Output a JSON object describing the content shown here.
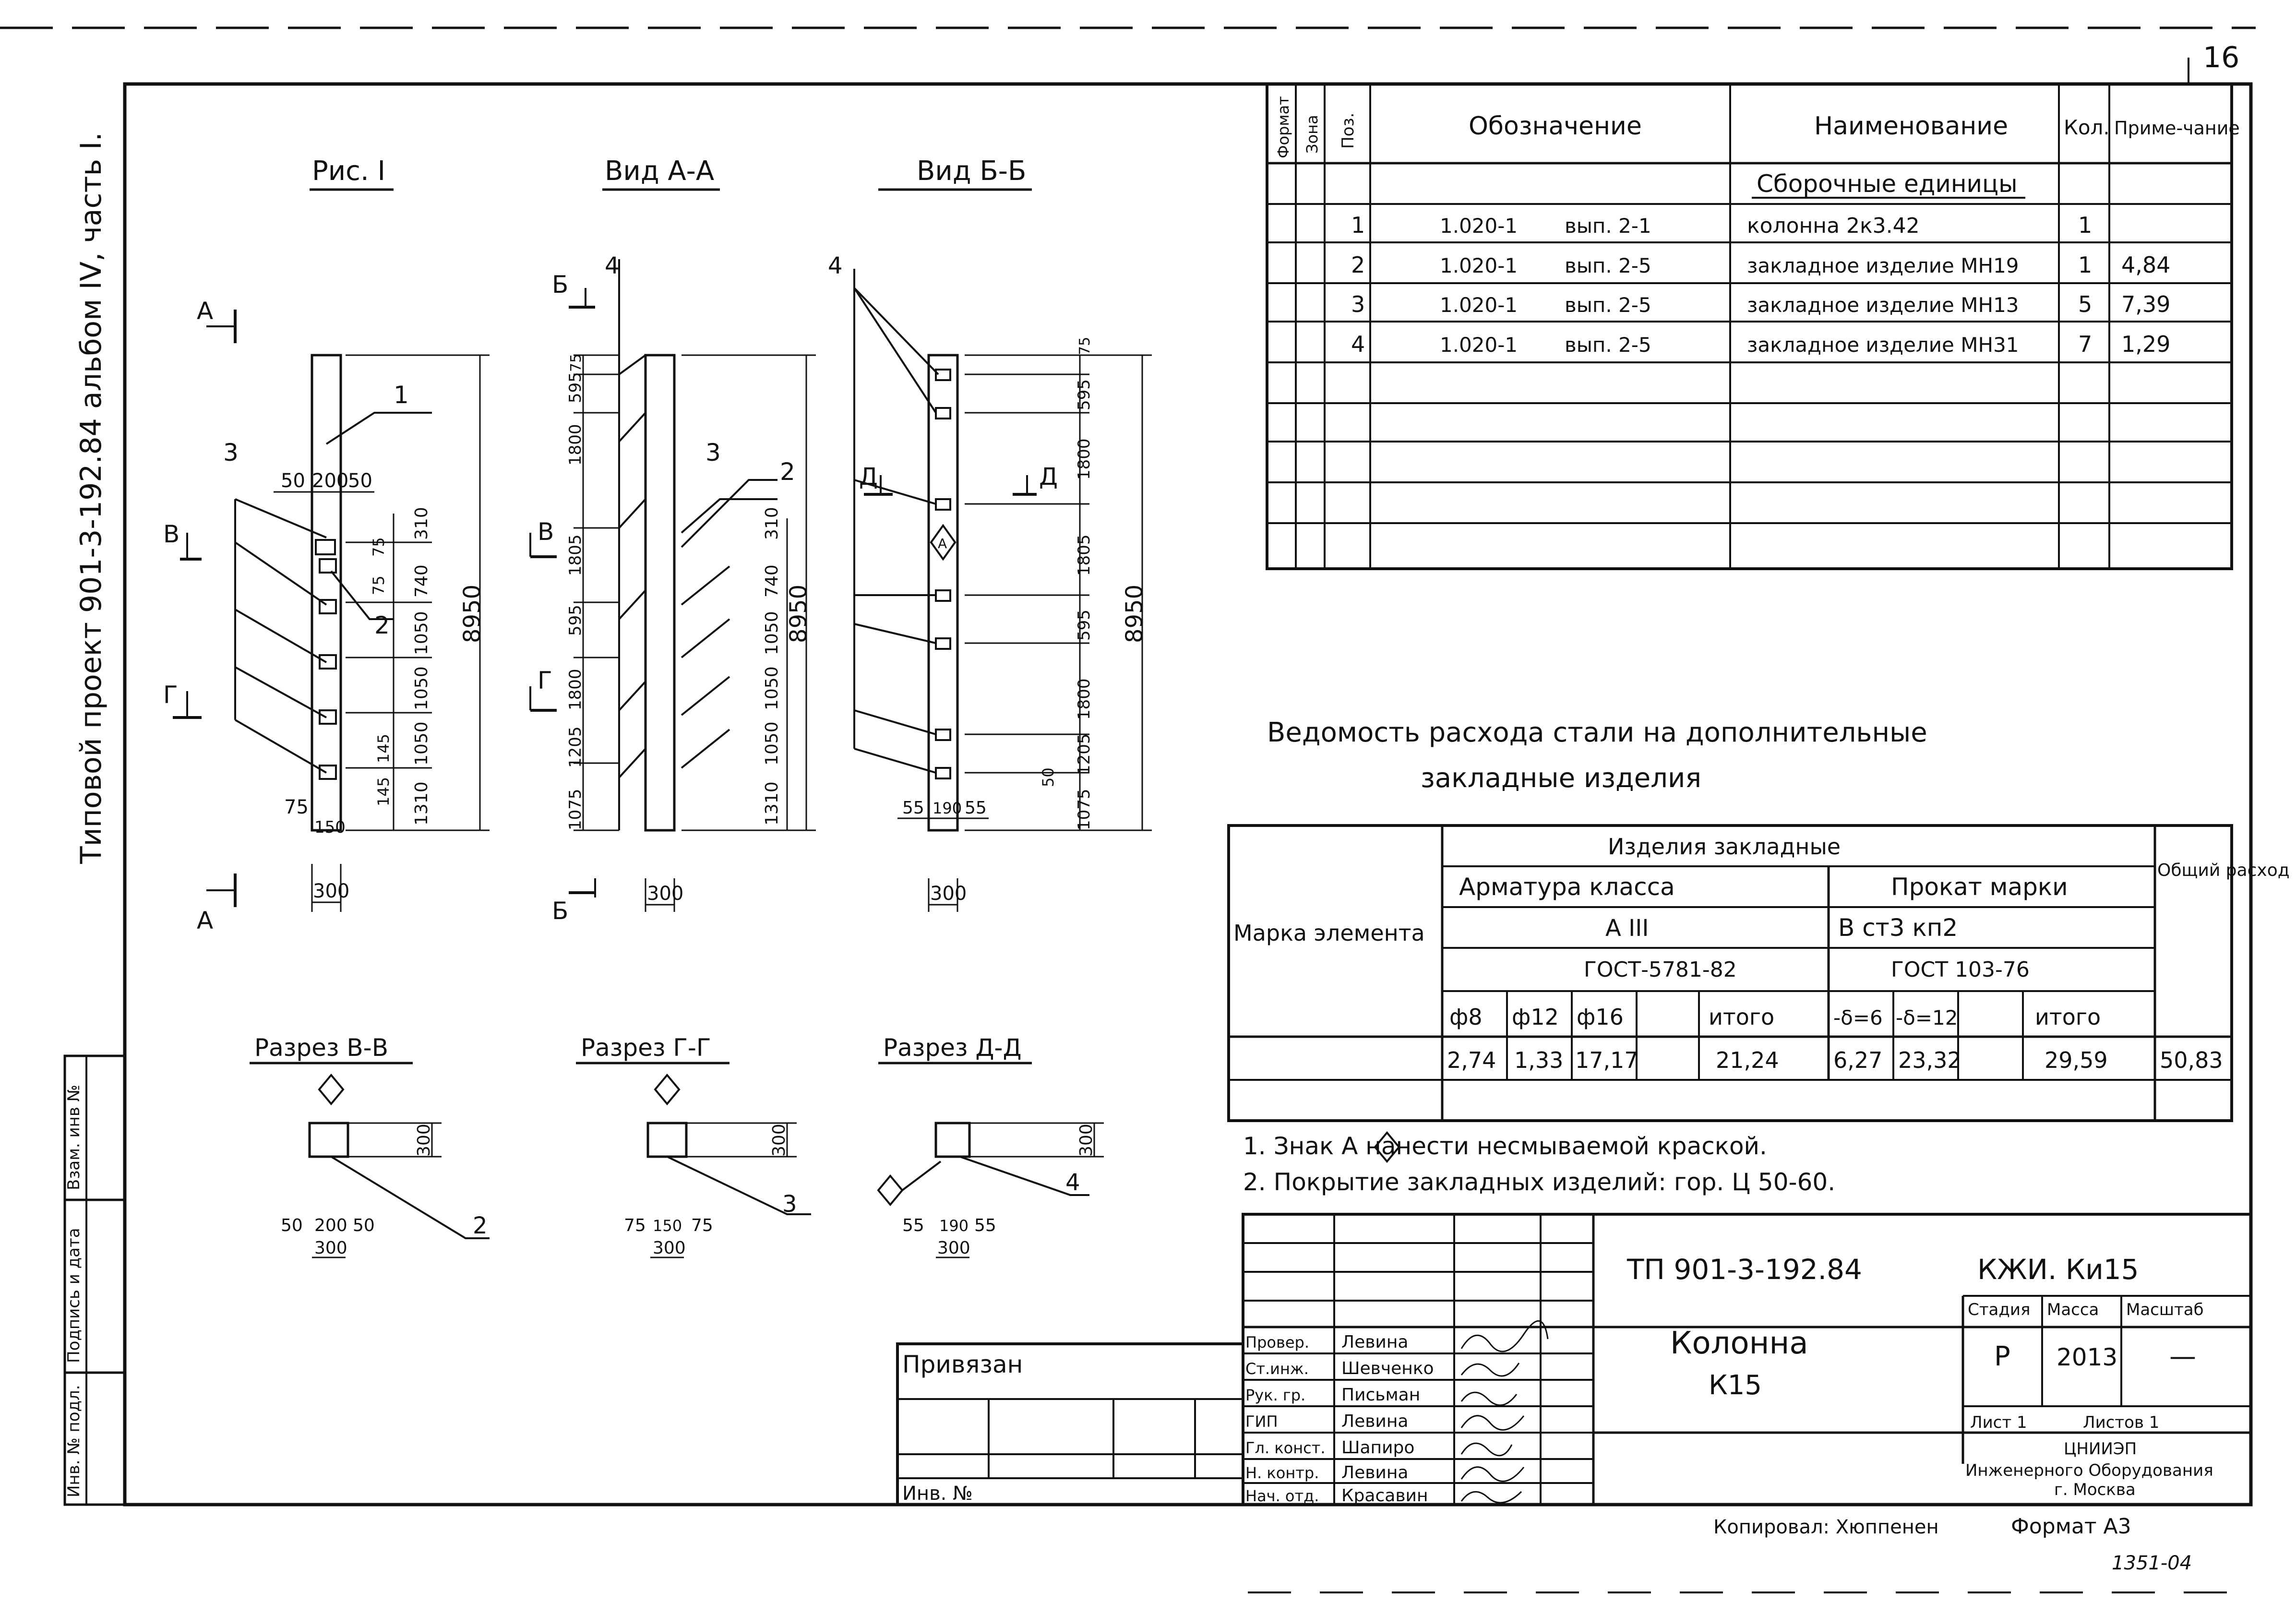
{
  "sheet": {
    "page_number": "16",
    "side_stamp": "Типовой проект 901-3-192.84   альбом IV, часть I.",
    "side_boxes": [
      "Инв. № подл.",
      "Подпись и дата",
      "Взам. инв №"
    ]
  },
  "drawings": {
    "fig1": {
      "title": "Рис. I",
      "d_50a": "50",
      "d_200": "200",
      "d_50b": "50",
      "d_75": "75",
      "d_150": "150",
      "d_300": "300",
      "d_8950": "8950",
      "lbl_1": "1",
      "lbl_2": "2",
      "lbl_3": "3",
      "sec_a": "А",
      "sec_a2": "А",
      "sec_v": "В",
      "sec_g": "Г"
    },
    "view_aa": {
      "title": "Вид А-А",
      "sec_b": "Б",
      "sec_b2": "Б",
      "sec_v": "В",
      "sec_g": "Г",
      "lbl_4": "4",
      "lbl_3": "3",
      "lbl_2": "2",
      "d_300": "300",
      "d_8950": "8950"
    },
    "view_bb": {
      "title": "Вид Б-Б",
      "sec_d": "Д",
      "sec_d2": "Д",
      "lbl_4": "4",
      "d_55a": "55",
      "d_190": "190",
      "d_55b": "55",
      "d_300": "300",
      "d_8950": "8950",
      "d_50": "50"
    },
    "left_dims": [
      "1075",
      "1205",
      "1800",
      "595",
      "1805",
      "1800",
      "595",
      "75"
    ],
    "right_dims": [
      "75",
      "595",
      "1800",
      "1805",
      "595",
      "1800",
      "1205",
      "1075"
    ],
    "fig1_dims": [
      "310",
      "740",
      "1050",
      "1050",
      "1050",
      "1310",
      "75",
      "75",
      "145",
      "145"
    ],
    "aa_dims": [
      "310",
      "740",
      "1050",
      "1050",
      "1050",
      "1310"
    ],
    "sec_vv": {
      "title": "Разрез В-В",
      "d_300": "300",
      "d_50a": "50",
      "d_200": "200",
      "d_50b": "50",
      "d_300b": "300",
      "lbl": "2"
    },
    "sec_gg": {
      "title": "Разрез Г-Г",
      "d_300": "300",
      "d_75a": "75",
      "d_150": "150",
      "d_75b": "75",
      "d_300b": "300",
      "lbl": "3"
    },
    "sec_dd": {
      "title": "Разрез Д-Д",
      "d_300": "300",
      "d_55a": "55",
      "d_190": "190",
      "d_55b": "55",
      "d_300b": "300",
      "lbl": "4"
    },
    "mark_sign": "А"
  },
  "spec": {
    "headers": {
      "format": "Формат",
      "zone": "Зона",
      "pos": "Поз.",
      "designation": "Обозначение",
      "name": "Наименование",
      "qty": "Кол.",
      "note": "Приме-чание"
    },
    "group": "Сборочные единицы",
    "rows": [
      {
        "pos": "1",
        "doc": "1.020-1",
        "issue": "вып. 2-1",
        "name": "колонна   2к3.42",
        "qty": "1",
        "note": ""
      },
      {
        "pos": "2",
        "doc": "1.020-1",
        "issue": "вып. 2-5",
        "name": "закладное изделие  МН19",
        "qty": "1",
        "note": "4,84"
      },
      {
        "pos": "3",
        "doc": "1.020-1",
        "issue": "вып. 2-5",
        "name": "закладное изделие   МН13",
        "qty": "5",
        "note": "7,39"
      },
      {
        "pos": "4",
        "doc": "1.020-1",
        "issue": "вып. 2-5",
        "name": "закладное изделие   МН31",
        "qty": "7",
        "note": "1,29"
      }
    ]
  },
  "steel": {
    "title_line1": "Ведомость расхода стали на дополнительные",
    "title_line2": "закладные изделия",
    "mark_header": "Марка элемента",
    "items_header": "Изделия закладные",
    "armature_header": "Арматура класса",
    "armature_class": "А III",
    "armature_gost": "ГОСТ-5781-82",
    "rolled_header": "Прокат марки",
    "rolled_grade": "В ст3 кп2",
    "rolled_gost": "ГОСТ 103-76",
    "total_header": "Общий расход",
    "cols": [
      "ф8",
      "ф12",
      "ф16",
      "",
      "итого",
      "-δ=6",
      "-δ=12",
      "",
      "итого"
    ],
    "row": {
      "mark": "",
      "values": [
        "2,74",
        "1,33",
        "17,17",
        "",
        "21,24",
        "6,27",
        "23,32",
        "",
        "29,59"
      ],
      "total": "50,83"
    }
  },
  "notes": [
    "1. Знак   А   нанести   несмываемой  краской.",
    "2. Покрытие  закладных  изделий:  гор. Ц 50-60."
  ],
  "title_block": {
    "project": "ТП 901-3-192.84",
    "sheet_code": "КЖИ. Ки15",
    "title_line1": "Колонна",
    "title_line2": "К15",
    "stage_label": "Стадия",
    "mass_label": "Масса",
    "scale_label": "Масштаб",
    "stage": "Р",
    "mass": "2013",
    "scale": "—",
    "sheet_label": "Лист  1",
    "sheets_label": "Листов  1",
    "org_line1": "ЦНИИЭП",
    "org_line2": "Инженерного Оборудования",
    "org_line3": "г. Москва",
    "roles": [
      {
        "role": "Провер.",
        "name": "Левина"
      },
      {
        "role": "Ст.инж.",
        "name": "Шевченко"
      },
      {
        "role": "Рук. гр.",
        "name": "Письман"
      },
      {
        "role": "ГИП",
        "name": "Левина"
      },
      {
        "role": "Гл. конст.",
        "name": "Шапиро"
      },
      {
        "role": "Н. контр.",
        "name": "Левина"
      },
      {
        "role": "Нач. отд.",
        "name": "Красавин"
      }
    ],
    "bound_label": "Привязан",
    "inv_label": "Инв. №"
  },
  "footer": {
    "copied": "Копировал: Хюппенен",
    "format": "Формат А3",
    "stamp": "1351-04"
  }
}
